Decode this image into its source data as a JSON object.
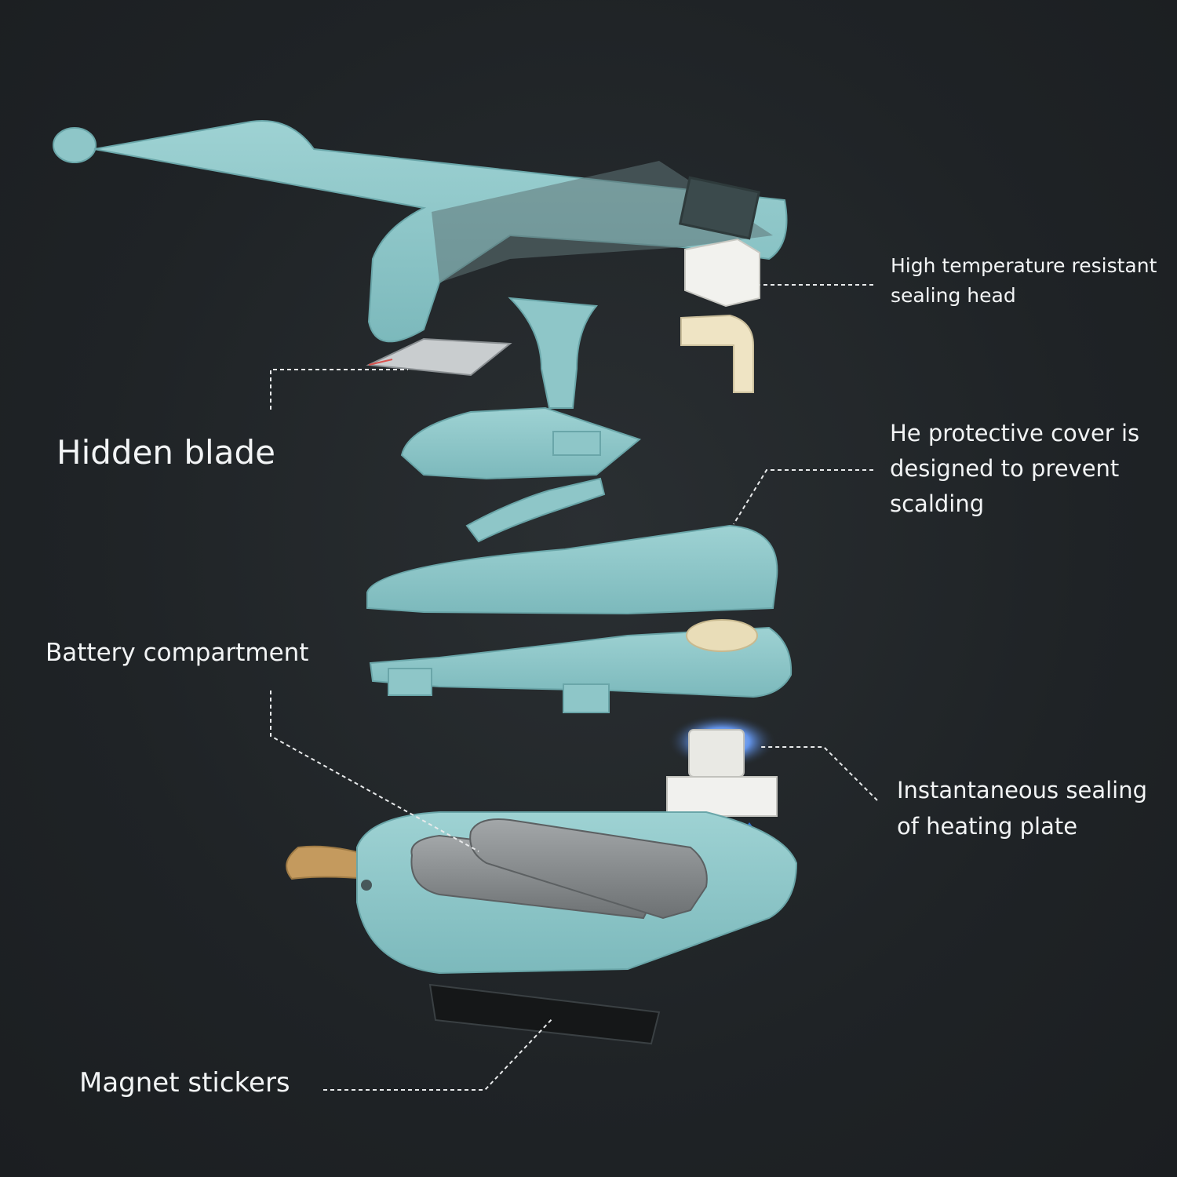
{
  "labels": {
    "hidden_blade": "Hidden blade",
    "battery_compartment": "Battery compartment",
    "magnet_stickers": "Magnet stickers",
    "sealing_head": [
      "High temperature resistant",
      "sealing head"
    ],
    "protective_cover": [
      "He protective cover is",
      "designed to prevent",
      "scalding"
    ],
    "heating_plate": [
      "Instantaneous sealing",
      "of heating plate"
    ]
  },
  "colors": {
    "background": "#1f2326",
    "device_body": "#8ec6c8",
    "device_shadow": "#6aa6a9",
    "label_text": "#f2f4f5",
    "leader_line": "#e8eaeb",
    "battery": "#8a8e90",
    "strap": "#c49a5e",
    "magnet": "#151718",
    "heating_orange": "#f08a1c",
    "heating_blue": "#2b6fd6"
  }
}
